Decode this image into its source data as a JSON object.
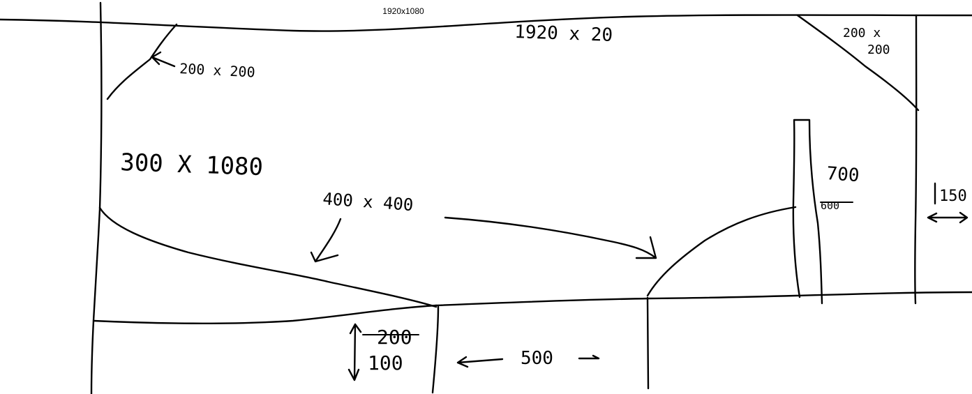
{
  "canvas_caption": "1920x1080",
  "labels": {
    "top_bar": "1920 x 20",
    "corner_left": "200 x 200",
    "corner_right_line1": "200 x",
    "corner_right_line2": "200",
    "left_panel": "300 X 1080",
    "center_box": "400 x 400",
    "tower_height": "700",
    "tower_width": "600",
    "right_strip_value": "150",
    "bottom_strikethrough": "200",
    "bottom_height": "100",
    "bottom_width": "500"
  }
}
